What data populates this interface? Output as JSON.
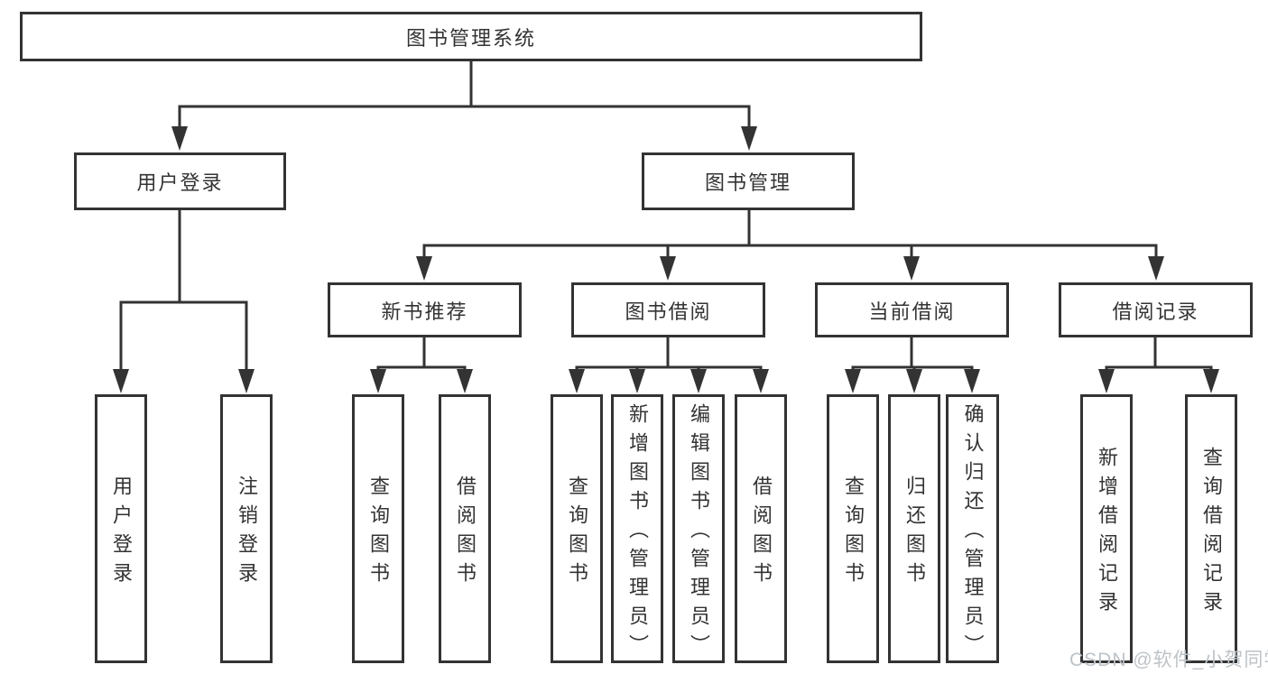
{
  "diagram": {
    "title": "图书管理系统",
    "branches": {
      "user_login": "用户登录",
      "book_management": "图书管理"
    },
    "sections": {
      "new_book_recommend": "新书推荐",
      "book_borrowing": "图书借阅",
      "current_borrowing": "当前借阅",
      "borrowing_records": "借阅记录"
    },
    "leaves": [
      "用户登录",
      "注销登录",
      "查询图书",
      "借阅图书",
      "查询图书",
      "新增图书（管理员）",
      "编辑图书（管理员）",
      "借阅图书",
      "查询图书",
      "归还图书",
      "确认归还（管理员）",
      "新增借阅记录",
      "查询借阅记录"
    ]
  },
  "watermark": "CSDN @软件_小贺同学",
  "colors": {
    "line": "#333333",
    "text": "#333333",
    "background": "#ffffff",
    "watermark": "#bdc3c8"
  }
}
